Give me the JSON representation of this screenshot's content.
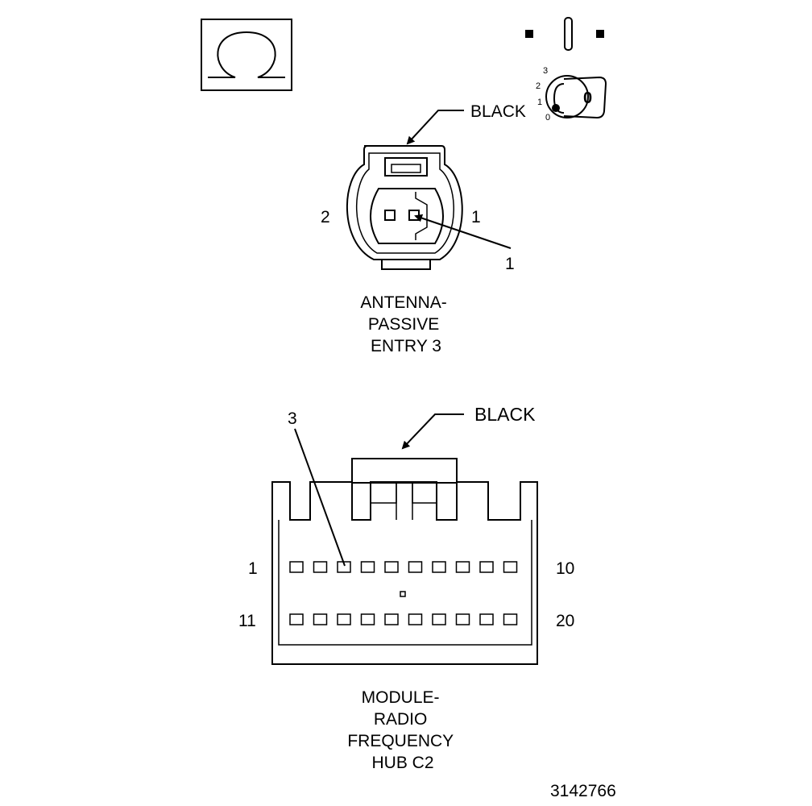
{
  "symbols": {
    "ohm_meter": "ohm-symbol",
    "ignition_key": {
      "positions": [
        "3",
        "2",
        "1",
        "0"
      ],
      "key_text": "0"
    }
  },
  "connector_top": {
    "color_label": "BLACK",
    "pin_left": "2",
    "pin_right": "1",
    "callout": "1",
    "name_lines": [
      "ANTENNA-",
      "PASSIVE",
      "ENTRY 3"
    ]
  },
  "connector_bottom": {
    "color_label": "BLACK",
    "callout": "3",
    "row1_start": "1",
    "row1_end": "10",
    "row2_start": "11",
    "row2_end": "20",
    "name_lines": [
      "MODULE-",
      "RADIO",
      "FREQUENCY",
      "HUB C2"
    ]
  },
  "figure_number": "3142766"
}
